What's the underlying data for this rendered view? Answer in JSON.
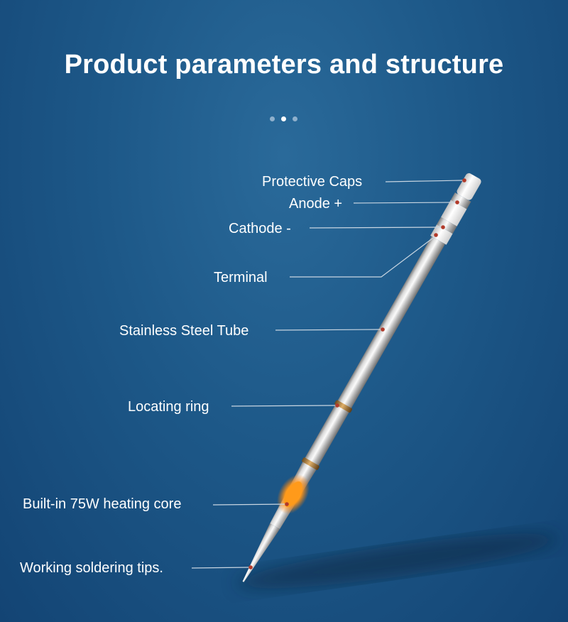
{
  "header": {
    "title": "Product parameters and structure"
  },
  "pagination": {
    "total": 3,
    "active_index": 1
  },
  "labels": [
    {
      "text": "Protective Caps"
    },
    {
      "text": "Anode +"
    },
    {
      "text": "Cathode -"
    },
    {
      "text": "Terminal"
    },
    {
      "text": "Stainless Steel Tube"
    },
    {
      "text": "Locating ring"
    },
    {
      "text": "Built-in 75W heating core"
    },
    {
      "text": "Working soldering tips."
    }
  ],
  "colors": {
    "background": "#1d5888",
    "marker": "#b23a2a",
    "leader_line": "#c9d6e2",
    "heating_core": "#ff9a1a"
  }
}
